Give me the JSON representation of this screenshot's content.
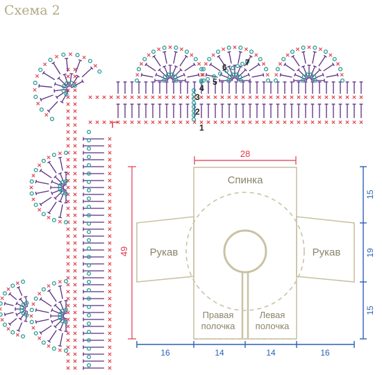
{
  "title": "Схема 2",
  "colors": {
    "chain": "#2a9a95",
    "single": "#e0454e",
    "tall": "#5b2c83",
    "outline": "#c9c2a5",
    "label": "#8a8468",
    "red_dim": "#e03a4c",
    "blue_dim": "#2c5fb8"
  },
  "step_numbers": [
    "1",
    "2",
    "3",
    "4",
    "5",
    "6",
    "7"
  ],
  "pattern": {
    "back_label": "Спинка",
    "sleeve_left_label": "Рукав",
    "sleeve_right_label": "Рукав",
    "right_front_line1": "Правая",
    "right_front_line2": "полочка",
    "left_front_line1": "Левая",
    "left_front_line2": "полочка",
    "dim_top": "28",
    "dim_left": "49",
    "dim_right_top": "15",
    "dim_right_mid": "19",
    "dim_right_bottom": "15",
    "dim_bottom": [
      "16",
      "14",
      "14",
      "16"
    ]
  }
}
